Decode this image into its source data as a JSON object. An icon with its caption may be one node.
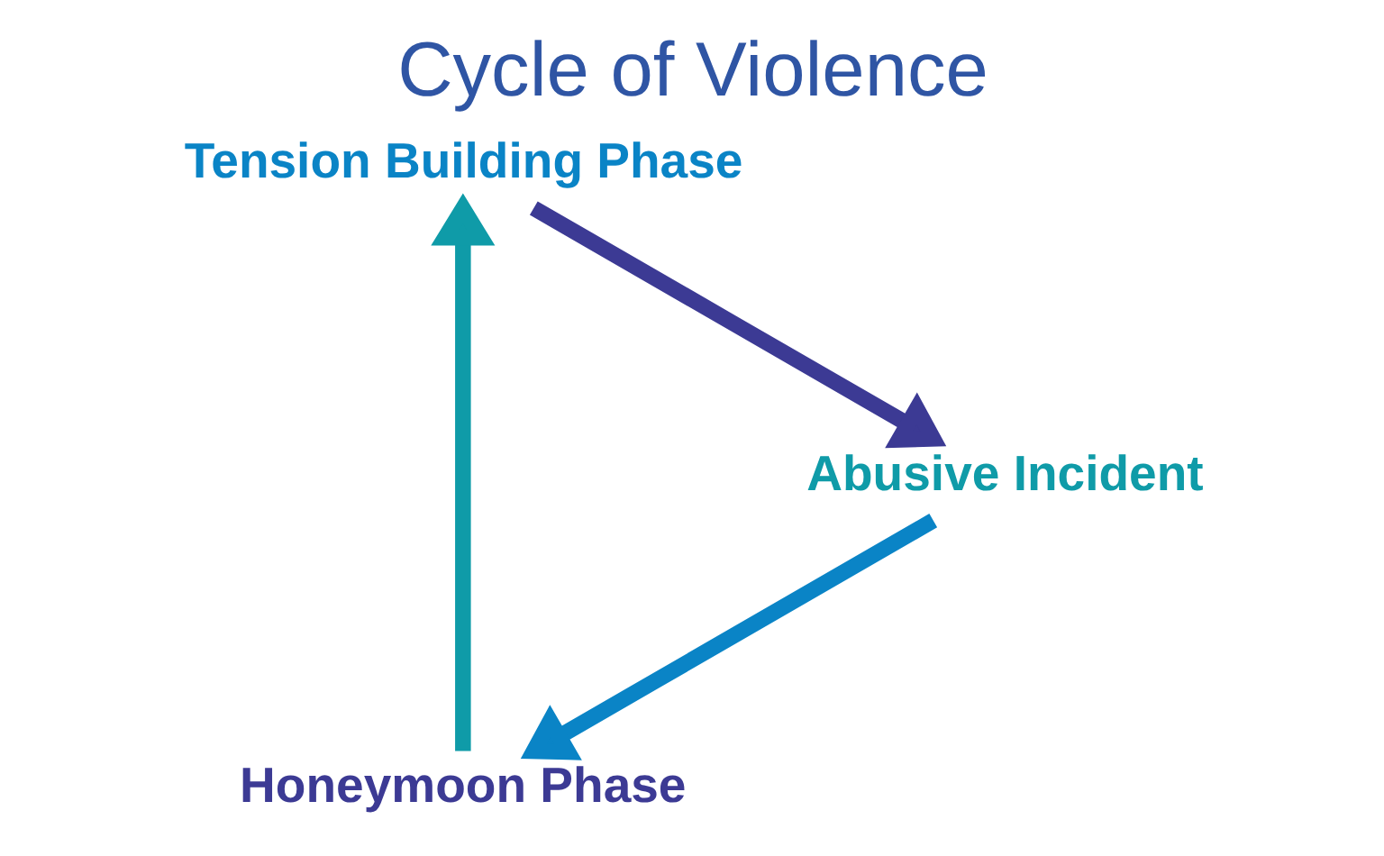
{
  "diagram": {
    "title": "Cycle of Violence",
    "nodes": [
      {
        "text": [
          "Honeymoon Phase"
        ]
      },
      {
        "text": [
          "Tension Building Phase"
        ]
      },
      {
        "text": [
          "Abusive Incident"
        ]
      }
    ],
    "edges": [
      {
        "from": 0,
        "to": 1,
        "arrow": "to",
        "color": "#0f9ba8"
      },
      {
        "from": 1,
        "to": 2,
        "arrow": "to",
        "color": "#3c3a94"
      },
      {
        "from": 2,
        "to": 0,
        "arrow": "to",
        "color": "#0a84c6"
      }
    ]
  }
}
